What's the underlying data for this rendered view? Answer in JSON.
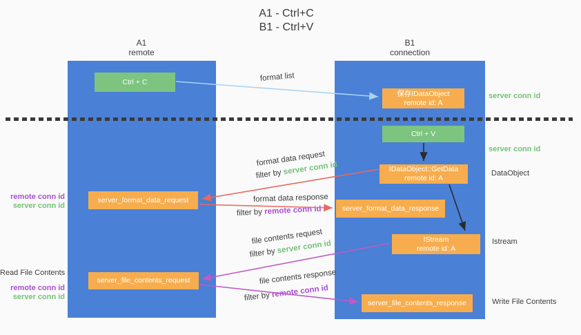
{
  "title": {
    "line1": "A1 - Ctrl+C",
    "line2": "B1 - Ctrl+V"
  },
  "columns": {
    "a1": {
      "name": "A1",
      "subtitle": "remote"
    },
    "b1": {
      "name": "B1",
      "subtitle": "connection"
    }
  },
  "nodes": {
    "ctrl_c": "Ctrl + C",
    "ctrl_v": "Ctrl + V",
    "save_idataobject": {
      "line1": "保存IDataObject",
      "line2": "remote id: A"
    },
    "getdata": {
      "line1": "IDataObject::GetData",
      "line2": "remote id: A"
    },
    "istream": {
      "line1": "IStream",
      "line2": "remote id: A"
    },
    "server_format_data_request": "server_format_data_request",
    "server_format_data_response": "server_format_data_response",
    "server_file_contents_request": "server_file_contents_request",
    "server_file_contents_response": "server_file_contents_response"
  },
  "arrow_labels": {
    "format_list": "format list",
    "format_data_request": "format data request",
    "format_data_response": "format data response",
    "file_contents_request": "file contents request",
    "file_contents_response": "file contents response",
    "filter_by": "filter by",
    "server_conn_id": "server conn id",
    "remote_conn_id": "remote conn id"
  },
  "side_labels": {
    "right": {
      "server_conn_id_top": "server conn id",
      "server_conn_id_mid": "server conn id",
      "dataobject": "DataObject",
      "istream": "Istream",
      "write_file_contents": "Write File Contents"
    },
    "left": {
      "remote_conn_id_1": "remote conn id",
      "server_conn_id_1": "server conn id",
      "read_file_contents": "Read File Contents",
      "remote_conn_id_2": "remote conn id",
      "server_conn_id_2": "server conn id"
    }
  },
  "colors": {
    "background": "#fafafa",
    "column_blue": "#4a80d6",
    "box_green": "#7cc47f",
    "box_orange": "#f7ad4d",
    "label_green": "#74c178",
    "label_purple": "#a94fd0",
    "arrow_light_blue": "#aad4f2",
    "arrow_red": "#e8695f",
    "arrow_magenta": "#c05ac5",
    "arrow_black": "#2b2b2b",
    "text_dark": "#3d3d3d"
  }
}
